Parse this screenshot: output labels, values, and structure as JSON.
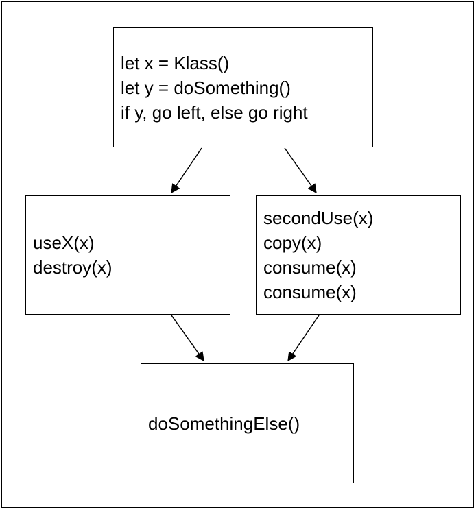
{
  "diagram": {
    "nodes": {
      "top": {
        "lines": [
          "let x = Klass()",
          "let y = doSomething()",
          "if y, go left, else go right"
        ]
      },
      "left": {
        "lines": [
          "useX(x)",
          "destroy(x)"
        ]
      },
      "right": {
        "lines": [
          "secondUse(x)",
          "copy(x)",
          "consume(x)",
          "consume(x)"
        ]
      },
      "bottom": {
        "lines": [
          "doSomethingElse()"
        ]
      }
    },
    "edges": [
      {
        "from": "top",
        "to": "left"
      },
      {
        "from": "top",
        "to": "right"
      },
      {
        "from": "left",
        "to": "bottom"
      },
      {
        "from": "right",
        "to": "bottom"
      }
    ]
  }
}
